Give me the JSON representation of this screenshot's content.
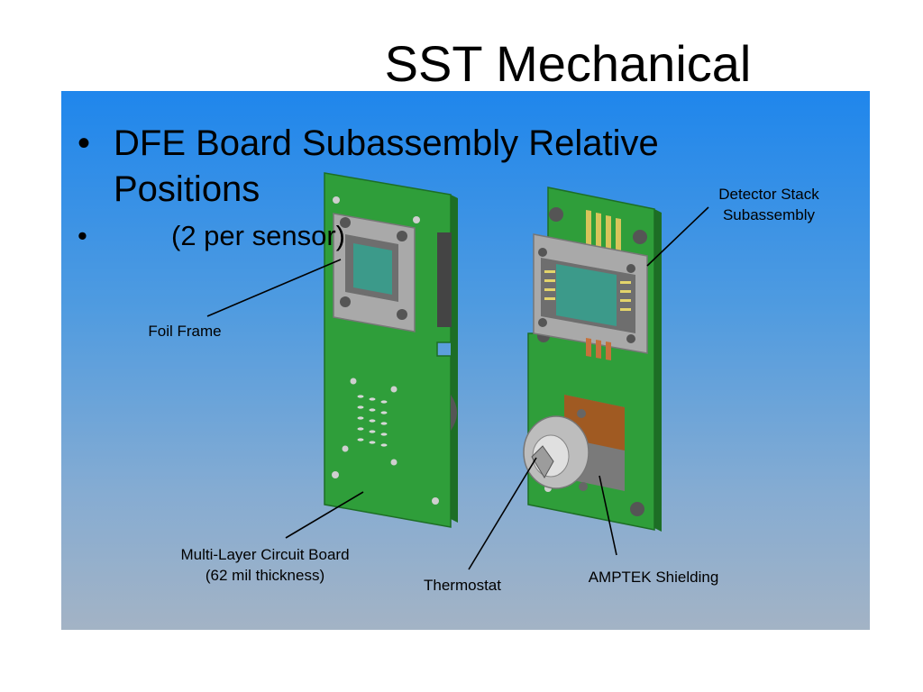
{
  "slide": {
    "title": "SST Mechanical",
    "bullets": [
      {
        "marker": "•",
        "text": "DFE Board Subassembly Relative Positions"
      },
      {
        "marker": "•",
        "text": "(2 per sensor)"
      }
    ]
  },
  "callouts": {
    "detector_stack": [
      "Detector Stack",
      "Subassembly"
    ],
    "foil_frame": "Foil Frame",
    "circuit_board": [
      "Multi-Layer Circuit Board",
      "(62 mil thickness)"
    ],
    "thermostat": "Thermostat",
    "amptek": "AMPTEK Shielding"
  },
  "colors": {
    "board_green": "#2f9e3a",
    "board_dark": "#1d6e25",
    "frame_grey": "#a9a9a9",
    "detector_teal": "#3c9a8a",
    "shield_copper": "#a05a22",
    "panel_top": "#1f86ec",
    "panel_bottom": "#a3b3c5"
  }
}
